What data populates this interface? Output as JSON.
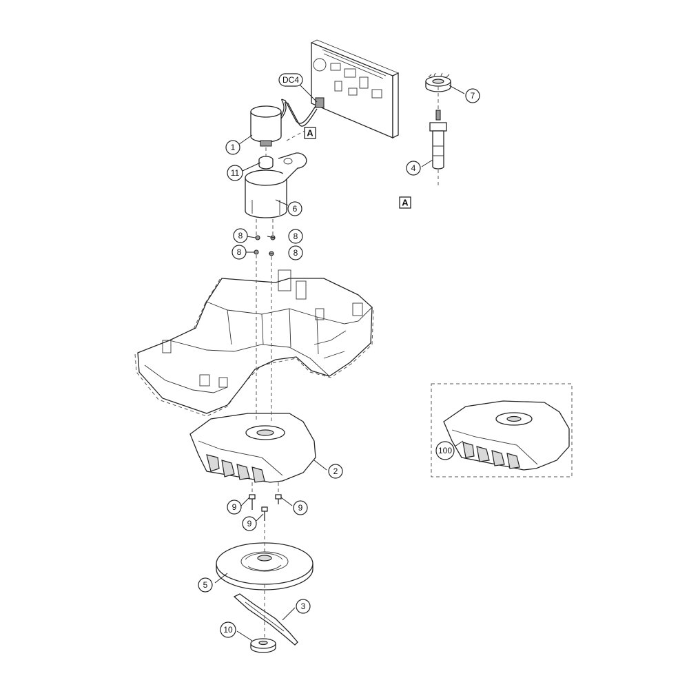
{
  "callouts": {
    "c1": "1",
    "c2": "2",
    "c3": "3",
    "c4": "4",
    "c5": "5",
    "c6": "6",
    "c7": "7",
    "c8a": "8",
    "c8b": "8",
    "c8c": "8",
    "c8d": "8",
    "c9a": "9",
    "c9b": "9",
    "c9c": "9",
    "c10": "10",
    "c11": "11",
    "c100": "100"
  },
  "connector_label": "DC4",
  "reference_tags": {
    "a_upper": "A",
    "a_lower": "A"
  }
}
